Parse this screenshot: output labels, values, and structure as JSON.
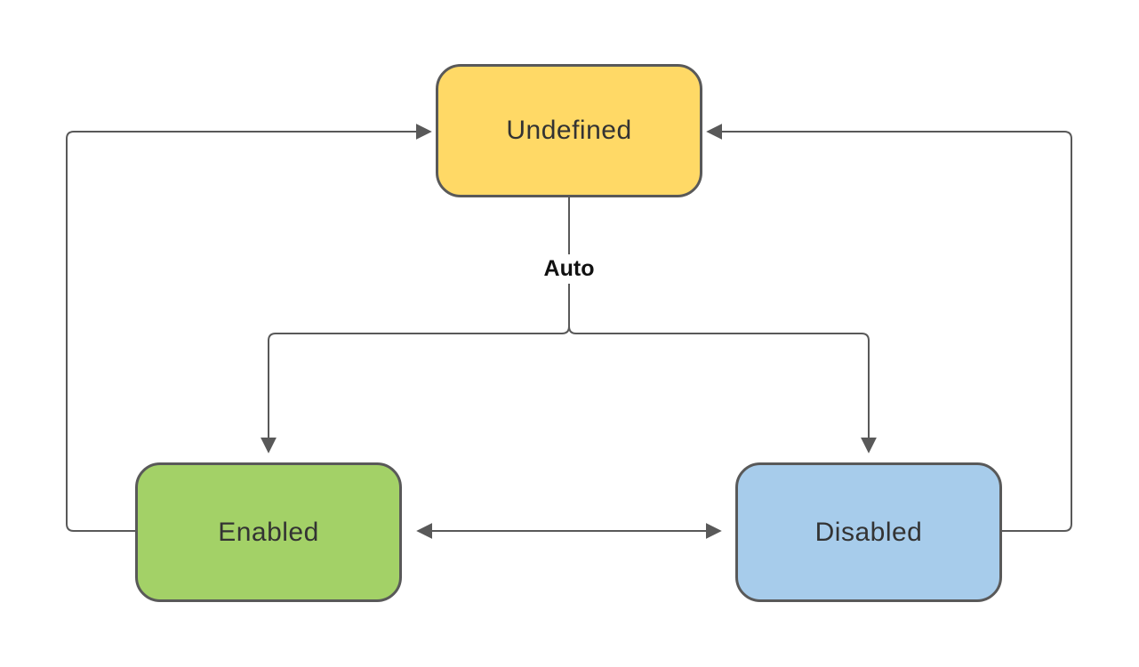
{
  "diagram": {
    "type": "state-diagram",
    "line_color": "#595959",
    "text_color": "#333333",
    "nodes": [
      {
        "id": "undefined",
        "label": "Undefined",
        "fill": "#FFD966",
        "border": "#595959"
      },
      {
        "id": "enabled",
        "label": "Enabled",
        "fill": "#A3D167",
        "border": "#595959"
      },
      {
        "id": "disabled",
        "label": "Disabled",
        "fill": "#A7CCEB",
        "border": "#595959"
      }
    ],
    "edge_label": "Auto",
    "edges": [
      {
        "from": "Undefined",
        "to": "Enabled",
        "label": "Auto"
      },
      {
        "from": "Undefined",
        "to": "Disabled",
        "label": "Auto"
      },
      {
        "from": "Enabled",
        "to": "Undefined",
        "label": ""
      },
      {
        "from": "Disabled",
        "to": "Undefined",
        "label": ""
      },
      {
        "from": "Enabled",
        "to": "Disabled",
        "label": "",
        "bidirectional": true
      }
    ]
  }
}
